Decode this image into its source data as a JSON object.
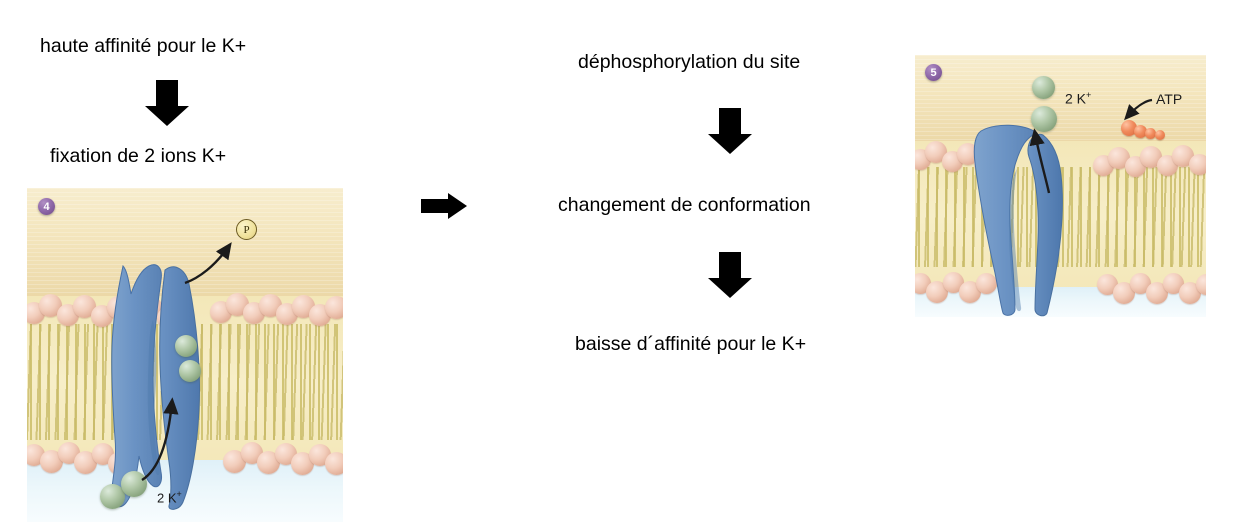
{
  "figure": {
    "title_absent": true,
    "type": "biology-diagram",
    "description": "Na+/K+ pump cycle steps 4 and 5 with French annotations"
  },
  "left_column": {
    "step_text_top": "haute affinité pour le K+",
    "step_text_bottom": "fixation de 2 ions K+",
    "arrow_icon": "arrow-down-icon"
  },
  "middle_column": {
    "connector_icon": "arrow-right-icon",
    "step_text_1": "déphosphorylation du site",
    "step_text_2": "changement de conformation",
    "step_text_3": "baisse d´affinité pour le K+",
    "arrow_icon": "arrow-down-icon"
  },
  "panel_4": {
    "badge": "4",
    "badge_color": "#8e67a8",
    "phosphate_label": "P",
    "ion_label": "2 K",
    "ion_charge": "+",
    "ion_count": 2,
    "ion_color": "#89a57f",
    "protein_color": "#6b93c4",
    "extracellular_color": "#f2e2ad",
    "cytoplasm_color": "#ecf7fb",
    "head_color": "#e8c0ad",
    "tail_color": "#cdc271",
    "arrow_icons": [
      "curved-arrow-up-right-icon",
      "curved-arrow-up-icon"
    ]
  },
  "panel_5": {
    "badge": "5",
    "badge_color": "#8e67a8",
    "ion_label": "2 K",
    "ion_charge": "+",
    "ion_count": 2,
    "atp_label": "ATP",
    "atp_color": "#e8764a",
    "atp_bead_count": 4,
    "ion_color": "#89a57f",
    "protein_color": "#6b93c4",
    "extracellular_color": "#f2e2ad",
    "cytoplasm_color": "#ecf7fb",
    "arrow_icons": [
      "arrow-up-icon",
      "curved-arrow-left-icon"
    ]
  }
}
